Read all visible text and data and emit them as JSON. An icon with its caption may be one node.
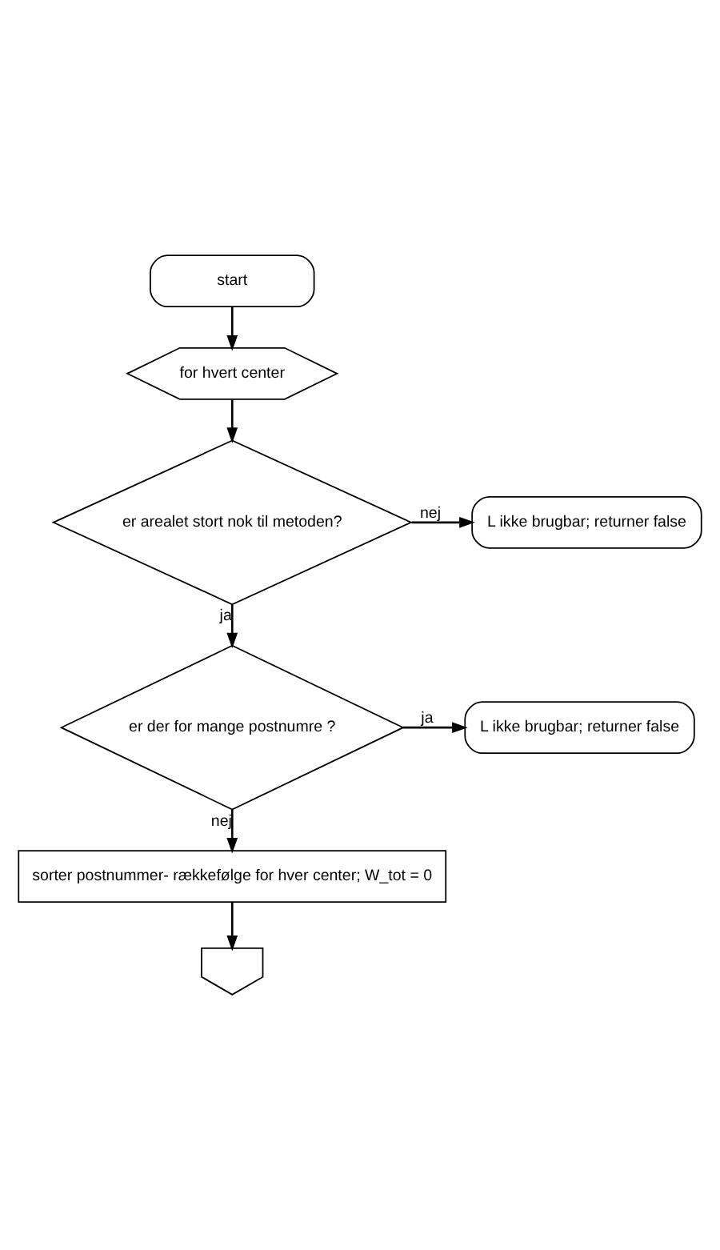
{
  "diagram": {
    "nodes": [
      {
        "text": [
          "start"
        ]
      },
      {
        "text": [
          "for hvert center"
        ]
      },
      {
        "text": [
          "er arealet stort nok til metoden?"
        ]
      },
      {
        "text": [
          "L ikke brugbar; returner false"
        ]
      },
      {
        "text": [
          "er der for mange postnumre ?"
        ]
      },
      {
        "text": [
          "L ikke brugbar; returner false"
        ]
      },
      {
        "text": [
          "sorter postnummer- rækkefølge for hver center; W_tot = 0"
        ]
      },
      {
        "text": [],
        "shape": "pentagon"
      }
    ],
    "edges": [
      {
        "from": 0,
        "to": 1,
        "arrow": "to"
      },
      {
        "from": 1,
        "to": 2,
        "arrow": "to"
      },
      {
        "from": 2,
        "to": 3,
        "arrow": "to",
        "label": "nej"
      },
      {
        "from": 2,
        "to": 4,
        "arrow": "to",
        "label": "ja"
      },
      {
        "from": 4,
        "to": 5,
        "arrow": "to",
        "label": "ja"
      },
      {
        "from": 4,
        "to": 6,
        "arrow": "to",
        "label": "nej"
      },
      {
        "from": 6,
        "to": 7,
        "arrow": "to"
      }
    ]
  }
}
